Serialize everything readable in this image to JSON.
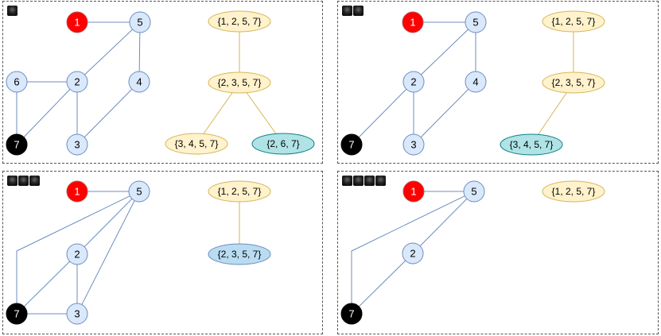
{
  "colors": {
    "node_fill": "#dae8fc",
    "node_stroke": "#6c8ebf",
    "red_fill": "#ff0000",
    "red_stroke": "#b85450",
    "black_fill": "#000000",
    "bag_fill": "#fff2cc",
    "bag_stroke": "#d6b656",
    "bag_highlight_fill": "#b0e3e6",
    "bag_highlight_stroke": "#0e8088",
    "bag_blue_fill": "#b9dcf2",
    "bag_blue_stroke": "#6c8ebf",
    "edge": "#6c8ebf",
    "tree_edge": "#d6b656"
  },
  "panels": [
    {
      "step": 1,
      "nodes": [
        {
          "id": "1",
          "label": "1",
          "style": "red"
        },
        {
          "id": "5",
          "label": "5",
          "style": "normal"
        },
        {
          "id": "6",
          "label": "6",
          "style": "normal"
        },
        {
          "id": "2",
          "label": "2",
          "style": "normal"
        },
        {
          "id": "4",
          "label": "4",
          "style": "normal"
        },
        {
          "id": "7",
          "label": "7",
          "style": "black"
        },
        {
          "id": "3",
          "label": "3",
          "style": "normal"
        }
      ],
      "edges": [
        [
          "1",
          "5"
        ],
        [
          "5",
          "2"
        ],
        [
          "5",
          "4"
        ],
        [
          "6",
          "2"
        ],
        [
          "6",
          "7"
        ],
        [
          "2",
          "7"
        ],
        [
          "2",
          "3"
        ],
        [
          "4",
          "3"
        ]
      ],
      "bags": [
        {
          "id": "b1",
          "label": "{1, 2, 5, 7}",
          "style": "normal"
        },
        {
          "id": "b2",
          "label": "{2, 3, 5, 7}",
          "style": "normal"
        },
        {
          "id": "b3",
          "label": "{3, 4, 5, 7}",
          "style": "normal"
        },
        {
          "id": "b4",
          "label": "{2, 6, 7}",
          "style": "highlight"
        }
      ],
      "tree_edges": [
        [
          "b1",
          "b2"
        ],
        [
          "b2",
          "b3"
        ],
        [
          "b2",
          "b4"
        ]
      ]
    },
    {
      "step": 2,
      "nodes": [
        {
          "id": "1",
          "label": "1",
          "style": "red"
        },
        {
          "id": "5",
          "label": "5",
          "style": "normal"
        },
        {
          "id": "2",
          "label": "2",
          "style": "normal"
        },
        {
          "id": "4",
          "label": "4",
          "style": "normal"
        },
        {
          "id": "7",
          "label": "7",
          "style": "black"
        },
        {
          "id": "3",
          "label": "3",
          "style": "normal"
        }
      ],
      "edges": [
        [
          "1",
          "5"
        ],
        [
          "5",
          "2"
        ],
        [
          "5",
          "4"
        ],
        [
          "2",
          "7"
        ],
        [
          "2",
          "3"
        ],
        [
          "4",
          "3"
        ]
      ],
      "bags": [
        {
          "id": "b1",
          "label": "{1, 2, 5, 7}",
          "style": "normal"
        },
        {
          "id": "b2",
          "label": "{2, 3, 5, 7}",
          "style": "normal"
        },
        {
          "id": "b3",
          "label": "{3, 4, 5, 7}",
          "style": "highlight"
        }
      ],
      "tree_edges": [
        [
          "b1",
          "b2"
        ],
        [
          "b2",
          "b3"
        ]
      ]
    },
    {
      "step": 3,
      "nodes": [
        {
          "id": "1",
          "label": "1",
          "style": "red"
        },
        {
          "id": "5",
          "label": "5",
          "style": "normal"
        },
        {
          "id": "2",
          "label": "2",
          "style": "normal"
        },
        {
          "id": "7",
          "label": "7",
          "style": "black"
        },
        {
          "id": "3",
          "label": "3",
          "style": "normal"
        }
      ],
      "edges": [
        [
          "1",
          "5"
        ],
        [
          "5",
          "2"
        ],
        [
          "5",
          "7"
        ],
        [
          "5",
          "3"
        ],
        [
          "2",
          "7"
        ],
        [
          "2",
          "3"
        ],
        [
          "7",
          "3"
        ]
      ],
      "bags": [
        {
          "id": "b1",
          "label": "{1, 2, 5, 7}",
          "style": "normal"
        },
        {
          "id": "b2",
          "label": "{2, 3, 5, 7}",
          "style": "blue"
        }
      ],
      "tree_edges": [
        [
          "b1",
          "b2"
        ]
      ]
    },
    {
      "step": 4,
      "nodes": [
        {
          "id": "1",
          "label": "1",
          "style": "red"
        },
        {
          "id": "5",
          "label": "5",
          "style": "normal"
        },
        {
          "id": "2",
          "label": "2",
          "style": "normal"
        },
        {
          "id": "7",
          "label": "7",
          "style": "black"
        }
      ],
      "edges": [
        [
          "1",
          "5"
        ],
        [
          "5",
          "2"
        ],
        [
          "5",
          "7"
        ],
        [
          "2",
          "7"
        ]
      ],
      "bags": [
        {
          "id": "b1",
          "label": "{1, 2, 5, 7}",
          "style": "normal"
        }
      ],
      "tree_edges": []
    }
  ]
}
